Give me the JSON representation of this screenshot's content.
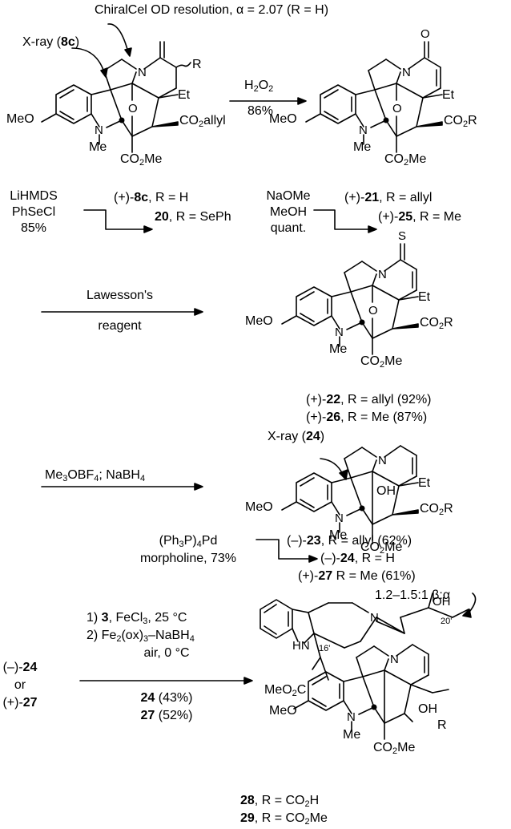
{
  "step1": {
    "resolution_label": "ChiralCel OD resolution, α = 2.07 (R = H)",
    "xray_label_prefix": "X-ray (",
    "xray_compound": "8c",
    "xray_label_suffix": ")",
    "conditions_top": "H",
    "conditions_top_sub": "2",
    "conditions_top2": "O",
    "conditions_top_sub2": "2",
    "yield": "86%",
    "reagent_left_1": "LiHMDS",
    "reagent_left_2": "PhSeCl",
    "reagent_left_3": "85%",
    "cmpd_8c_prefix": "(+)-",
    "cmpd_8c": "8c",
    "cmpd_8c_suffix": ", R = H",
    "cmpd_20": "20",
    "cmpd_20_suffix": ", R = SePh",
    "reagent_mid_1": "NaOMe",
    "reagent_mid_2": "MeOH",
    "reagent_mid_3": "quant.",
    "cmpd_21_prefix": "(+)-",
    "cmpd_21": "21",
    "cmpd_21_suffix": ", R = allyl",
    "cmpd_25_prefix": "(+)-",
    "cmpd_25": "25",
    "cmpd_25_suffix": ", R = Me"
  },
  "step2": {
    "reagent_1": "Lawesson's",
    "reagent_2": "reagent",
    "cmpd_22_prefix": "(+)-",
    "cmpd_22": "22",
    "cmpd_22_suffix": ", R = allyl (92%)",
    "cmpd_26_prefix": "(+)-",
    "cmpd_26": "26",
    "cmpd_26_suffix": ", R = Me (87%)"
  },
  "step3": {
    "xray_prefix": "X-ray (",
    "xray_compound": "24",
    "xray_suffix": ")",
    "reagent_a": "Me",
    "reagent_a_sub": "3",
    "reagent_b": "OBF",
    "reagent_b_sub": "4",
    "reagent_c": "; NaBH",
    "reagent_c_sub": "4",
    "pd_reagent_a": "(Ph",
    "pd_reagent_a_sub": "3",
    "pd_reagent_b": "P)",
    "pd_reagent_b_sub": "4",
    "pd_reagent_c": "Pd",
    "pd_reagent_2": "morpholine, 73%",
    "cmpd_23_prefix": "(–)-",
    "cmpd_23": "23",
    "cmpd_23_suffix": ", R = allyl (62%)",
    "cmpd_24_prefix": "(–)-",
    "cmpd_24": "24",
    "cmpd_24_suffix": ", R = H",
    "cmpd_27_prefix": "(+)-",
    "cmpd_27": "27",
    "cmpd_27_suffix": " R = Me (61%)"
  },
  "step4": {
    "ratio_label": "1.2–1.5:1 β:α",
    "start_24_prefix": "(–)-",
    "start_24": "24",
    "start_or": "or",
    "start_27_prefix": "(+)-",
    "start_27": "27",
    "cond_1a": "1) ",
    "cond_1b": "3",
    "cond_1c": ", FeCl",
    "cond_1c_sub": "3",
    "cond_1d": ", 25 °C",
    "cond_2a": "2) Fe",
    "cond_2a_sub": "2",
    "cond_2b": "(ox)",
    "cond_2b_sub": "3",
    "cond_2c": "–NaBH",
    "cond_2c_sub": "4",
    "cond_3": "air, 0 °C",
    "yield_24": "24",
    "yield_24_val": " (43%)",
    "yield_27": "27",
    "yield_27_val": " (52%)",
    "cmpd_28": "28",
    "cmpd_28_suffix_a": ", R = CO",
    "cmpd_28_sub": "2",
    "cmpd_28_suffix_b": "H",
    "cmpd_29": "29",
    "cmpd_29_suffix_a": ", R = CO",
    "cmpd_29_sub": "2",
    "cmpd_29_suffix_b": "Me"
  }
}
